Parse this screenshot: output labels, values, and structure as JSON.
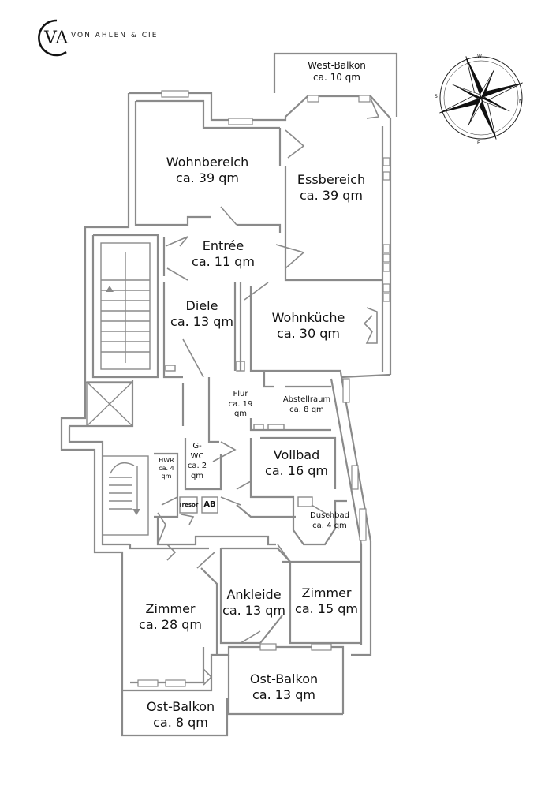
{
  "logo": {
    "monogram": "VA",
    "brand": "VON AHLEN & CIE"
  },
  "compass": {
    "n": "N",
    "s": "S",
    "e": "E",
    "w": "W"
  },
  "rooms": [
    {
      "id": "west-balkon",
      "name": "West-Balkon",
      "area": "ca. 10 qm"
    },
    {
      "id": "wohnbereich",
      "name": "Wohnbereich",
      "area": "ca. 39 qm"
    },
    {
      "id": "essbereich",
      "name": "Essbereich",
      "area": "ca. 39 qm"
    },
    {
      "id": "entree",
      "name": "Entrée",
      "area": "ca. 11 qm"
    },
    {
      "id": "diele",
      "name": "Diele",
      "area": "ca. 13 qm"
    },
    {
      "id": "wohnkueche",
      "name": "Wohnküche",
      "area": "ca. 30 qm"
    },
    {
      "id": "flur",
      "name": "Flur",
      "area": "ca. 19 qm",
      "lines": [
        "Flur",
        "ca. 19",
        "qm"
      ]
    },
    {
      "id": "abstellraum",
      "name": "Abstellraum",
      "area": "ca. 8 qm"
    },
    {
      "id": "hwr",
      "lines": [
        "HWR",
        "ca. 4",
        "qm"
      ]
    },
    {
      "id": "gwc",
      "lines": [
        "G-",
        "WC",
        "ca. 2",
        "qm"
      ]
    },
    {
      "id": "vollbad",
      "name": "Vollbad",
      "area": "ca. 16 qm"
    },
    {
      "id": "duschbad",
      "name": "Duschbad",
      "area": "ca. 4 qm"
    },
    {
      "id": "zimmer-28",
      "name": "Zimmer",
      "area": "ca. 28 qm"
    },
    {
      "id": "ankleide",
      "name": "Ankleide",
      "area": "ca. 13 qm"
    },
    {
      "id": "zimmer-15",
      "name": "Zimmer",
      "area": "ca. 15 qm"
    },
    {
      "id": "ost-balkon-13",
      "name": "Ost-Balkon",
      "area": "ca. 13 qm"
    },
    {
      "id": "ost-balkon-8",
      "name": "Ost-Balkon",
      "area": "ca. 8 qm"
    }
  ],
  "fixtures": {
    "tresor": "Tresor",
    "ab": "AB"
  }
}
